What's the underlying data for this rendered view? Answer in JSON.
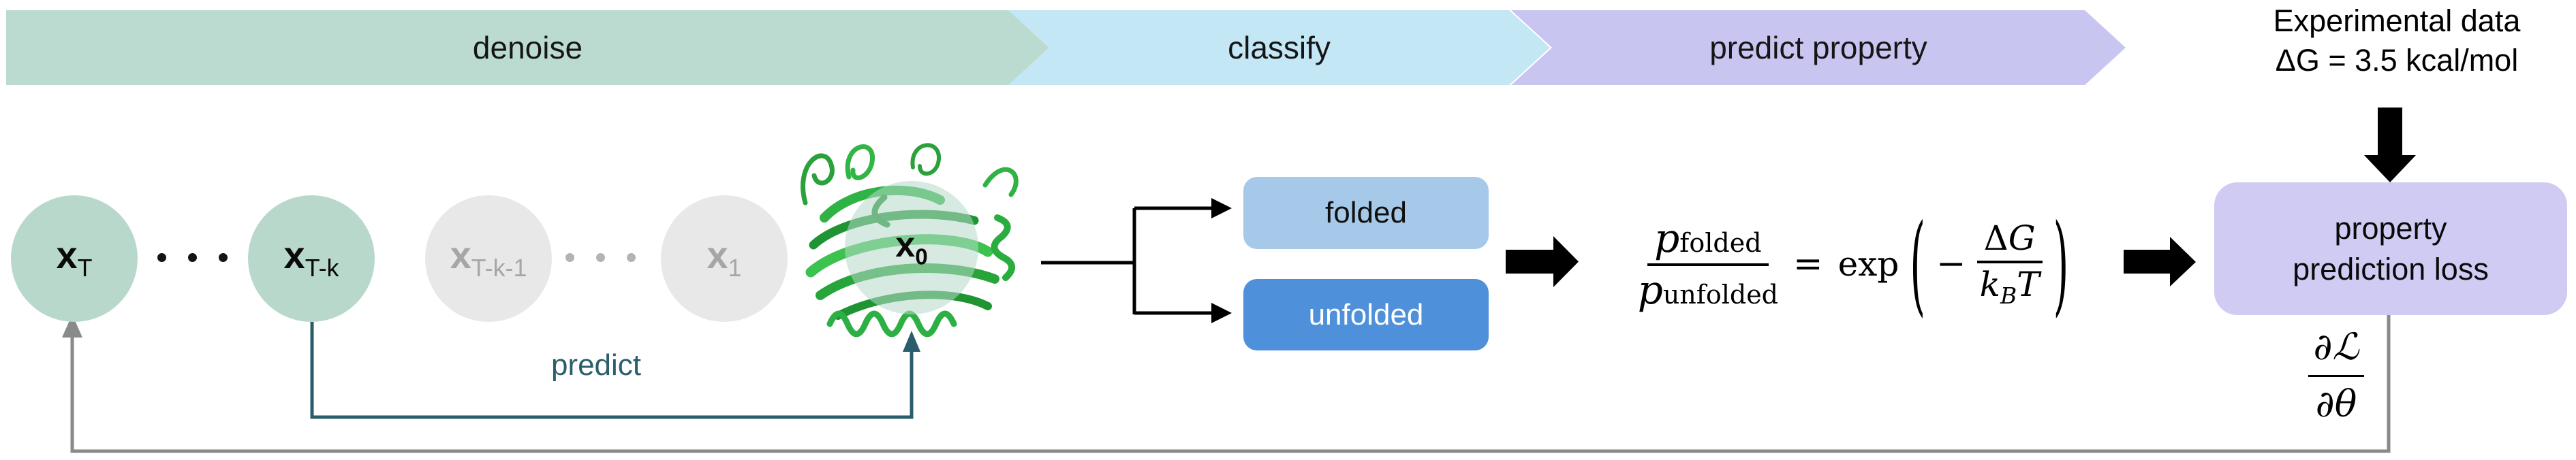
{
  "bands": [
    {
      "label": "denoise",
      "color": "#bcdbd0"
    },
    {
      "label": "classify",
      "color": "#c3e7f5"
    },
    {
      "label": "predict property",
      "color": "#c9c5f1"
    }
  ],
  "experimental": {
    "title": "Experimental data",
    "value": "ΔG = 3.5 kcal/mol"
  },
  "chain": {
    "states": [
      {
        "base": "x",
        "sub": "T"
      },
      {
        "base": "x",
        "sub": "T-k"
      },
      {
        "base": "x",
        "sub": "T-k-1"
      },
      {
        "base": "x",
        "sub": "1"
      },
      {
        "base": "x",
        "sub": "0"
      }
    ],
    "predict_label": "predict"
  },
  "classification": {
    "folded_label": "folded",
    "unfolded_label": "unfolded"
  },
  "formula": {
    "p_num": "p",
    "p_num_sub": "folded",
    "p_den": "p",
    "p_den_sub": "unfolded",
    "equals": "=",
    "exp": "exp",
    "open_paren": "(",
    "minus": "−",
    "delta": "Δ",
    "G": "G",
    "k": "k",
    "k_sub": "B",
    "T": "T",
    "close_paren": ")"
  },
  "loss_box": {
    "line1": "property",
    "line2": "prediction loss"
  },
  "gradient": {
    "numerator": "∂ℒ",
    "denominator": "∂θ"
  },
  "colors": {
    "band_green": "#bcdbd0",
    "band_blue": "#c3e7f5",
    "band_purple": "#c9c5f1",
    "state_green": "#b9d8cc",
    "state_gray": "#e8e8e8",
    "state_gray_text": "#a6a6a6",
    "folded_blue": "#a6c9ea",
    "unfolded_blue": "#4e90d9",
    "loss_purple": "#cfcbf3",
    "predict_teal": "#2b5e6c",
    "feedback_gray": "#8a8a8a",
    "protein_green": "#2fb344"
  }
}
